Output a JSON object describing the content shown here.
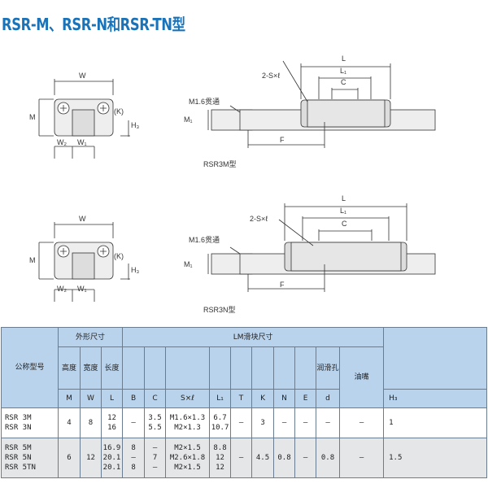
{
  "title": "RSR-M、RSR-N和RSR-TN型",
  "drawings": [
    {
      "caption": "RSR3M型",
      "labels": {
        "W": "W",
        "M": "M",
        "K": "(K)",
        "H3": "H₃",
        "W2": "W₂",
        "W1": "W₁",
        "L": "L",
        "L1": "L₁",
        "C": "C",
        "S": "2-S×ℓ",
        "through": "M1.6贯通",
        "M1": "M₁",
        "F": "F"
      }
    },
    {
      "caption": "RSR3N型",
      "labels": {
        "W": "W",
        "M": "M",
        "K": "(K)",
        "H3": "H₃",
        "W2": "W₂",
        "W1": "W₁",
        "L": "L",
        "L1": "L₁",
        "C": "C",
        "S": "2-S×ℓ",
        "through": "M1.6贯通",
        "M1": "M₁",
        "F": "F"
      }
    }
  ],
  "table": {
    "h_model": "公称型号",
    "h_outer": "外形尺寸",
    "h_lm": "LM滑块尺寸",
    "h_height": "高度",
    "h_width": "宽度",
    "h_length": "长度",
    "h_lube": "润滑孔",
    "h_nipple": "油嘴",
    "sym": {
      "M": "M",
      "W": "W",
      "L": "L",
      "B": "B",
      "C": "C",
      "S": "S×ℓ",
      "L1": "L₁",
      "T": "T",
      "K": "K",
      "N": "N",
      "E": "E",
      "d": "d",
      "H3": "H₃"
    },
    "rows": [
      {
        "model": "RSR 3M\nRSR 3N",
        "M": "4",
        "W": "8",
        "L": "12\n16",
        "B": "—",
        "C": "3.5\n5.5",
        "S": "M1.6×1.3\nM2×1.3",
        "L1": "6.7\n10.7",
        "T": "—",
        "K": "3",
        "N": "—",
        "E": "—",
        "d": "—",
        "nipple": "—",
        "H3": "1"
      },
      {
        "model": "RSR 5M\nRSR 5N\nRSR 5TN",
        "M": "6",
        "W": "12",
        "L": "16.9\n20.1\n20.1",
        "B": "8\n—\n8",
        "C": "—\n7\n—",
        "S": "M2×1.5\nM2.6×1.8\nM2×1.5",
        "L1": "8.8\n12\n12",
        "T": "—",
        "K": "4.5",
        "N": "0.8",
        "E": "—",
        "d": "0.8",
        "nipple": "—",
        "H3": "1.5"
      }
    ]
  }
}
